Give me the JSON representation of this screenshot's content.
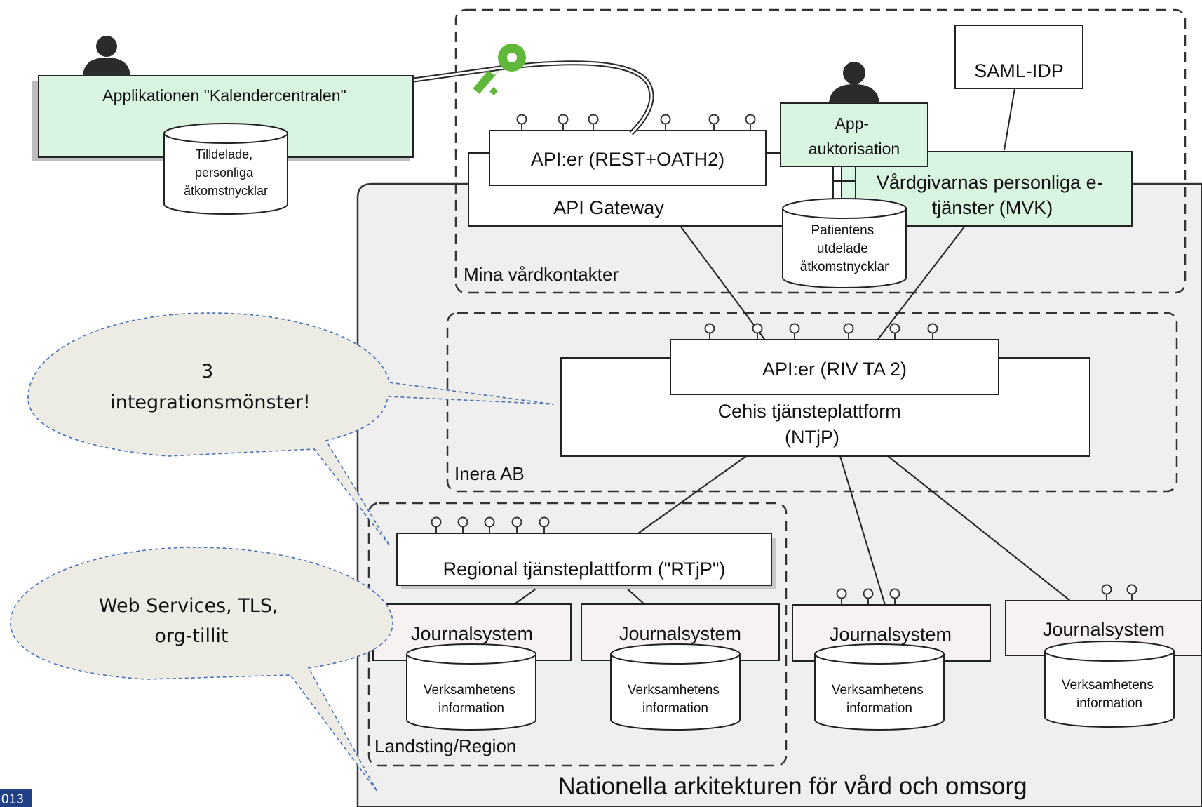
{
  "app": {
    "title": "Applikationen \"Kalendercentralen\"",
    "keys_db": [
      "Tilldelade,",
      "personliga",
      "åtkomstnycklar"
    ]
  },
  "mina": {
    "label": "Mina vårdkontakter",
    "api": "API:er (REST+OATH2)",
    "gateway": "API Gateway",
    "saml": "SAML-IDP",
    "auth": [
      "App-",
      "auktorisation"
    ],
    "mvk": [
      "Vårdgivarnas personliga e-",
      "tjänster (MVK)"
    ],
    "patient_db": [
      "Patientens",
      "utdelade",
      "åtkomstnycklar"
    ]
  },
  "inera": {
    "label": "Inera AB",
    "api": "API:er (RIV TA 2)",
    "platform": [
      "Cehis tjänsteplattform",
      "(NTjP)"
    ]
  },
  "region": {
    "label": "Landsting/Region",
    "platform": "Regional tjänsteplattform (\"RTjP\")"
  },
  "journals": [
    {
      "name": "Journalsystem",
      "db": [
        "Verksamhetens",
        "information"
      ]
    },
    {
      "name": "Journalsystem",
      "db": [
        "Verksamhetens",
        "information"
      ]
    },
    {
      "name": "Journalsystem",
      "db": [
        "Verksamhetens",
        "information"
      ]
    },
    {
      "name": "Journalsystem",
      "db": [
        "Verksamhetens",
        "information"
      ]
    }
  ],
  "national_label": "Nationella arkitekturen för vård och omsorg",
  "callouts": {
    "patterns": [
      "3",
      "integrationsmönster!"
    ],
    "ws": [
      "Web Services, TLS,",
      "org-tillit"
    ]
  },
  "footer_text": "013",
  "icons": [
    "person-icon",
    "key-icon"
  ],
  "colors": {
    "green": "#d9f5e1",
    "bubble": "#ecece4",
    "panel": "#efefef",
    "dash_blue": "#4a72b8",
    "footer": "#1f3f86"
  }
}
